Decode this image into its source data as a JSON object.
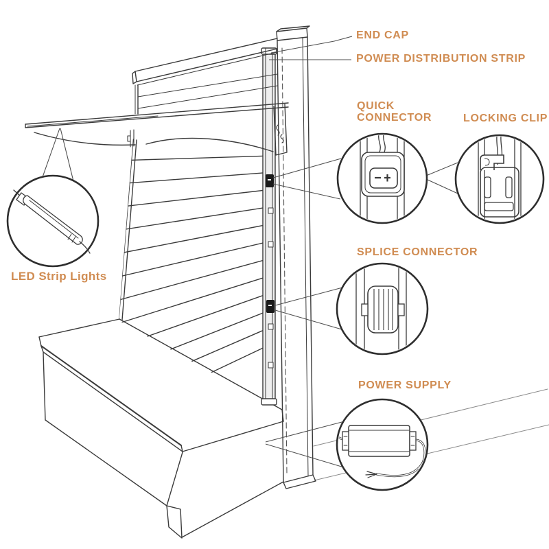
{
  "page": {
    "background": "#FFFFFF"
  },
  "colors": {
    "label_accent": "#D08C52",
    "line_dark": "#3A3A3A",
    "leader_line": "#4F4F4F",
    "floor_line": "#8A8A8A",
    "strip_fill": "#EFEFEF",
    "connector_black": "#1A1A1A"
  },
  "labels": {
    "end_cap": "END CAP",
    "power_distribution_strip": "POWER DISTRIBUTION STRIP",
    "quick_connector_line1": "QUICK",
    "quick_connector_line2": "CONNECTOR",
    "locking_clip": "LOCKING CLIP",
    "splice_connector": "SPLICE CONNECTOR",
    "power_supply": "POWER SUPPLY",
    "led_strip_lights": "LED Strip Lights"
  },
  "symbols": {
    "polarity_minus": "−",
    "polarity_plus": "+"
  },
  "detail_views": [
    {
      "name": "led-strip-light-detail"
    },
    {
      "name": "quick-connector-detail"
    },
    {
      "name": "locking-clip-detail"
    },
    {
      "name": "splice-connector-detail"
    },
    {
      "name": "power-supply-detail"
    }
  ]
}
